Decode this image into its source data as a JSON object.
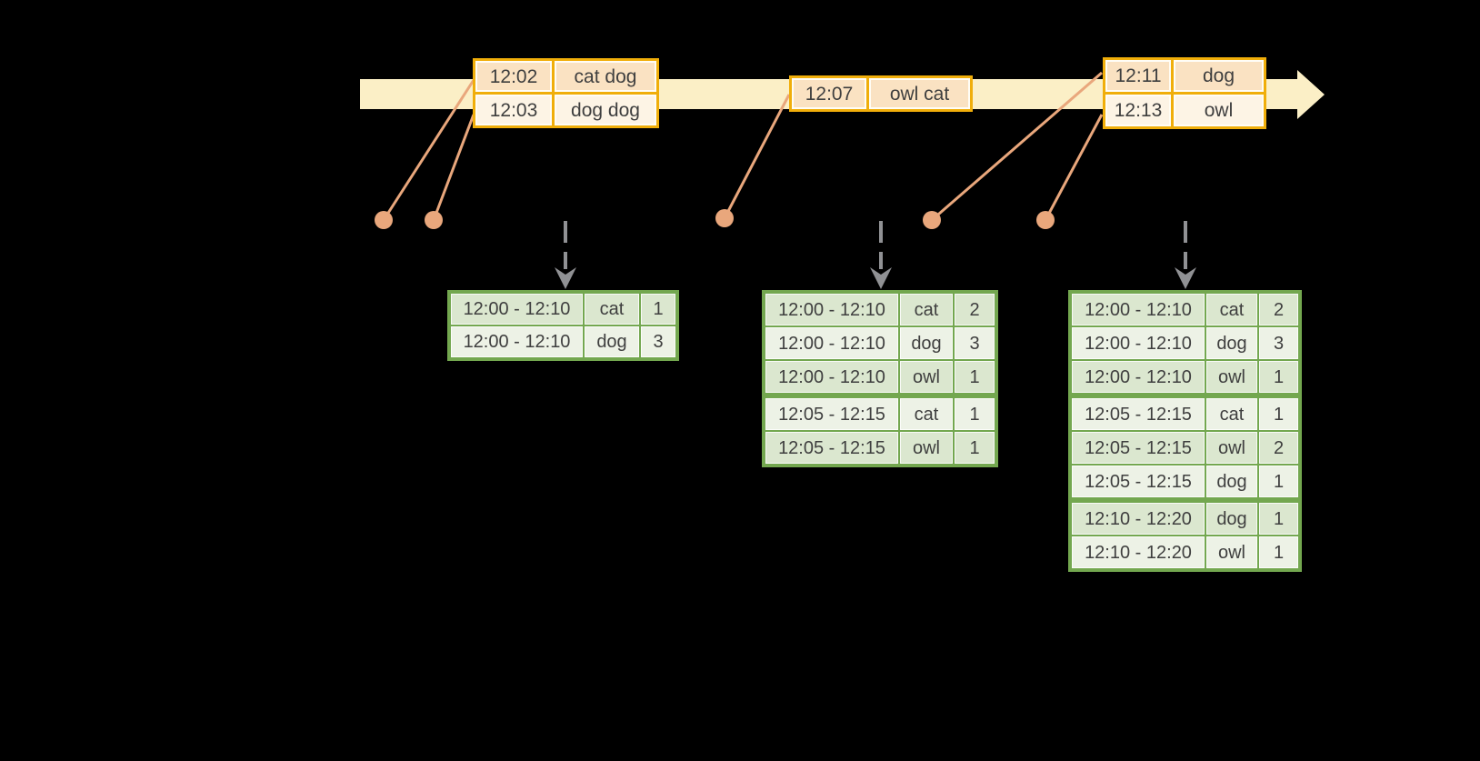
{
  "colors": {
    "background": "#000000",
    "band": "#FBEFC6",
    "gold_border": "#F0AE0A",
    "peach_dark": "#FAE2C2",
    "peach_light": "#FDF4E5",
    "salmon": "#E9A77C",
    "green_border": "#73A74F",
    "green_dark": "#DBE7CF",
    "green_light": "#EDF2E6",
    "gray_arrow": "#909194",
    "text": "#3F3F3F"
  },
  "timeline": {
    "events": [
      {
        "rows": [
          {
            "time": "12:02",
            "words": "cat dog"
          },
          {
            "time": "12:03",
            "words": "dog dog"
          }
        ]
      },
      {
        "rows": [
          {
            "time": "12:07",
            "words": "owl cat"
          }
        ]
      },
      {
        "rows": [
          {
            "time": "12:11",
            "words": "dog"
          },
          {
            "time": "12:13",
            "words": "owl"
          }
        ]
      }
    ]
  },
  "result_tables": [
    {
      "rows": [
        {
          "window": "12:00 - 12:10",
          "word": "cat",
          "count": "1"
        },
        {
          "window": "12:00 - 12:10",
          "word": "dog",
          "count": "3"
        }
      ]
    },
    {
      "rows": [
        {
          "window": "12:00 - 12:10",
          "word": "cat",
          "count": "2"
        },
        {
          "window": "12:00 - 12:10",
          "word": "dog",
          "count": "3"
        },
        {
          "window": "12:00 - 12:10",
          "word": "owl",
          "count": "1"
        },
        {
          "window": "12:05 - 12:15",
          "word": "cat",
          "count": "1"
        },
        {
          "window": "12:05 - 12:15",
          "word": "owl",
          "count": "1"
        }
      ]
    },
    {
      "rows": [
        {
          "window": "12:00 - 12:10",
          "word": "cat",
          "count": "2"
        },
        {
          "window": "12:00 - 12:10",
          "word": "dog",
          "count": "3"
        },
        {
          "window": "12:00 - 12:10",
          "word": "owl",
          "count": "1"
        },
        {
          "window": "12:05 - 12:15",
          "word": "cat",
          "count": "1"
        },
        {
          "window": "12:05 - 12:15",
          "word": "owl",
          "count": "2"
        },
        {
          "window": "12:05 - 12:15",
          "word": "dog",
          "count": "1"
        },
        {
          "window": "12:10 - 12:20",
          "word": "dog",
          "count": "1"
        },
        {
          "window": "12:10 - 12:20",
          "word": "owl",
          "count": "1"
        }
      ]
    }
  ]
}
